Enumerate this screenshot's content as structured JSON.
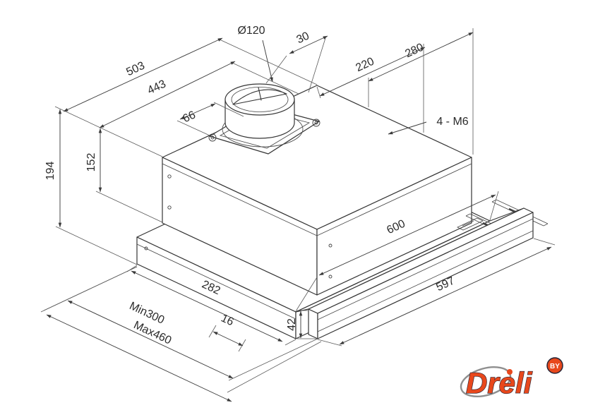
{
  "annotations": {
    "diameter": "Ø120",
    "d30": "30",
    "d280": "280",
    "d220": "220",
    "d503": "503",
    "d443": "443",
    "d66": "66",
    "m6": "4 - M6",
    "d194": "194",
    "d152": "152",
    "d600": "600",
    "d282": "282",
    "d597": "597",
    "min": "Min300",
    "max": "Max460",
    "d16": "16",
    "d42": "42"
  },
  "logo": {
    "brand": "Dreli",
    "badge": "BY",
    "accent_color": "#e8481c",
    "outline_color": "#282536",
    "swoosh_color": "#8f8f8f"
  }
}
